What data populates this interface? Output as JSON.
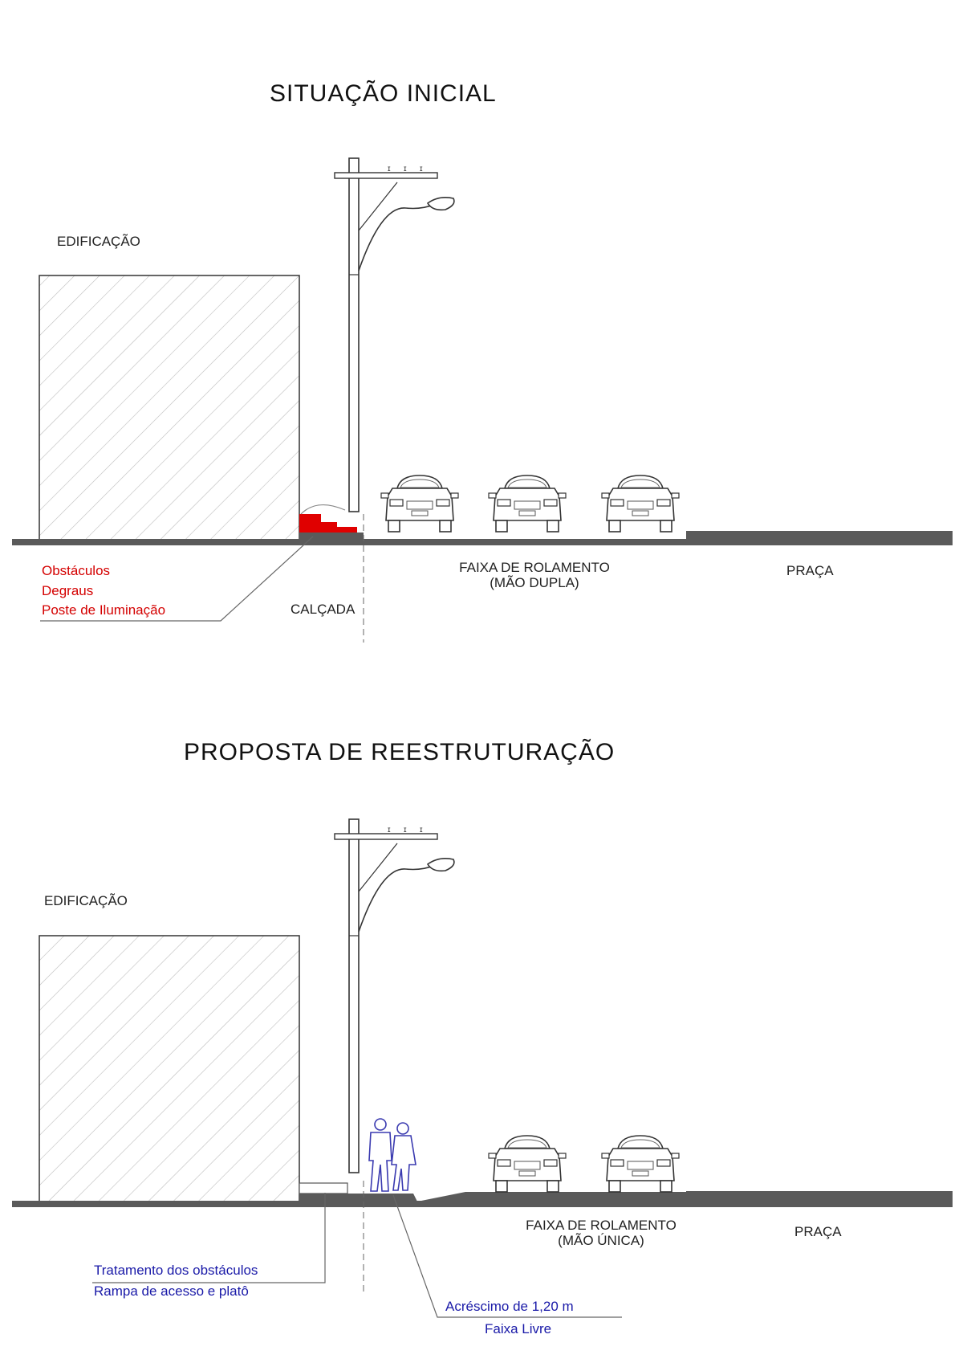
{
  "top": {
    "title": "SITUAÇÃO INICIAL",
    "building_label": "EDIFICAÇÃO",
    "obstacles": [
      "Obstáculos",
      "Degraus",
      "Poste de Iluminação"
    ],
    "sidewalk_label": "CALÇADA",
    "road_label": [
      "FAIXA DE ROLAMENTO",
      "(MÃO DUPLA)"
    ],
    "square_label": "PRAÇA"
  },
  "bottom": {
    "title": "PROPOSTA DE REESTRUTURAÇÃO",
    "building_label": "EDIFICAÇÃO",
    "treatment": [
      "Tratamento dos obstáculos",
      "Rampa de acesso e platô"
    ],
    "increase": [
      "Acréscimo de 1,20 m",
      "Faixa Livre"
    ],
    "road_label": [
      "FAIXA DE ROLAMENTO",
      "(MÃO ÚNICA)"
    ],
    "square_label": "PRAÇA"
  },
  "colors": {
    "obstacle_red": "#e00000",
    "annotation_blue": "#1a1aa8",
    "ground": "#555555"
  }
}
